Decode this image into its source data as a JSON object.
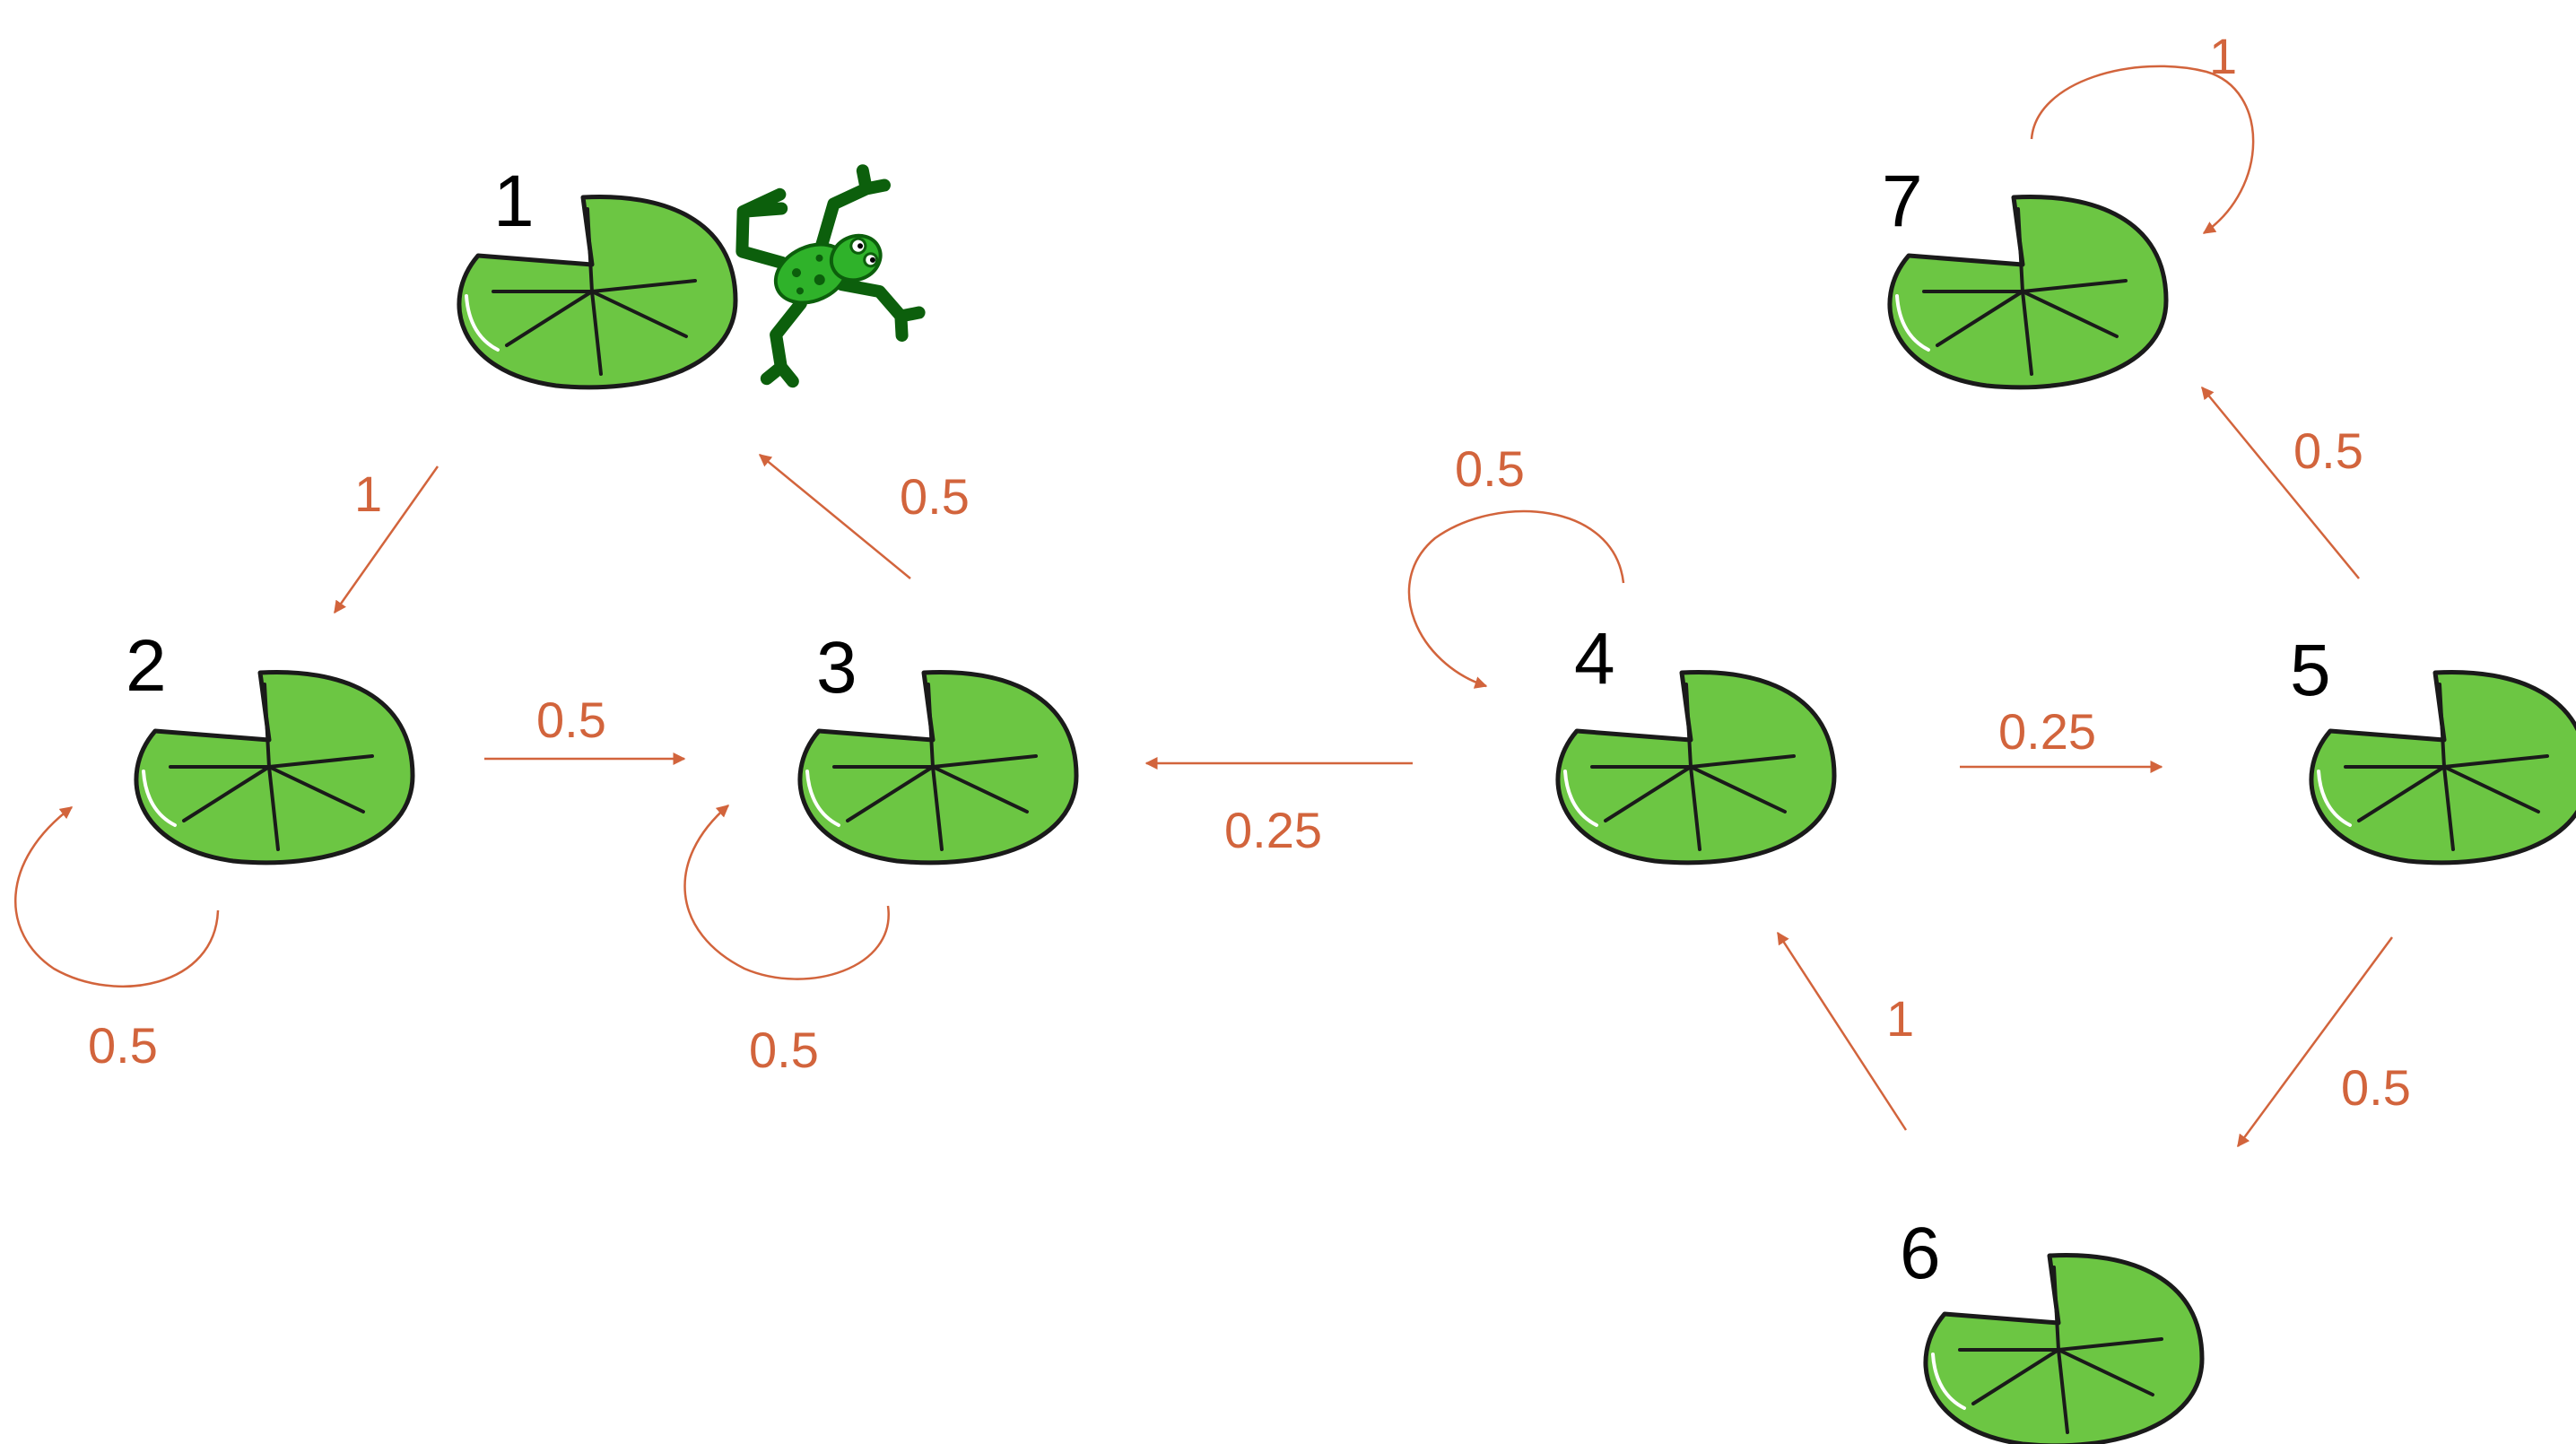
{
  "colors": {
    "arrow": "#D2643C",
    "pad_fill": "#6CC643",
    "pad_stroke": "#1a1a1a",
    "frog": "#2FB22A"
  },
  "nodes": [
    {
      "id": "1",
      "label": "1",
      "has_frog": true
    },
    {
      "id": "2",
      "label": "2"
    },
    {
      "id": "3",
      "label": "3"
    },
    {
      "id": "4",
      "label": "4"
    },
    {
      "id": "5",
      "label": "5"
    },
    {
      "id": "6",
      "label": "6"
    },
    {
      "id": "7",
      "label": "7"
    }
  ],
  "edges": [
    {
      "from": "1",
      "to": "2",
      "label": "1"
    },
    {
      "from": "2",
      "to": "2",
      "label": "0.5"
    },
    {
      "from": "2",
      "to": "3",
      "label": "0.5"
    },
    {
      "from": "3",
      "to": "3",
      "label": "0.5"
    },
    {
      "from": "3",
      "to": "1",
      "label": "0.5"
    },
    {
      "from": "4",
      "to": "3",
      "label": "0.25"
    },
    {
      "from": "4",
      "to": "4",
      "label": "0.5"
    },
    {
      "from": "4",
      "to": "5",
      "label": "0.25"
    },
    {
      "from": "5",
      "to": "7",
      "label": "0.5"
    },
    {
      "from": "5",
      "to": "6",
      "label": "0.5"
    },
    {
      "from": "6",
      "to": "4",
      "label": "1"
    },
    {
      "from": "7",
      "to": "7",
      "label": "1"
    }
  ]
}
